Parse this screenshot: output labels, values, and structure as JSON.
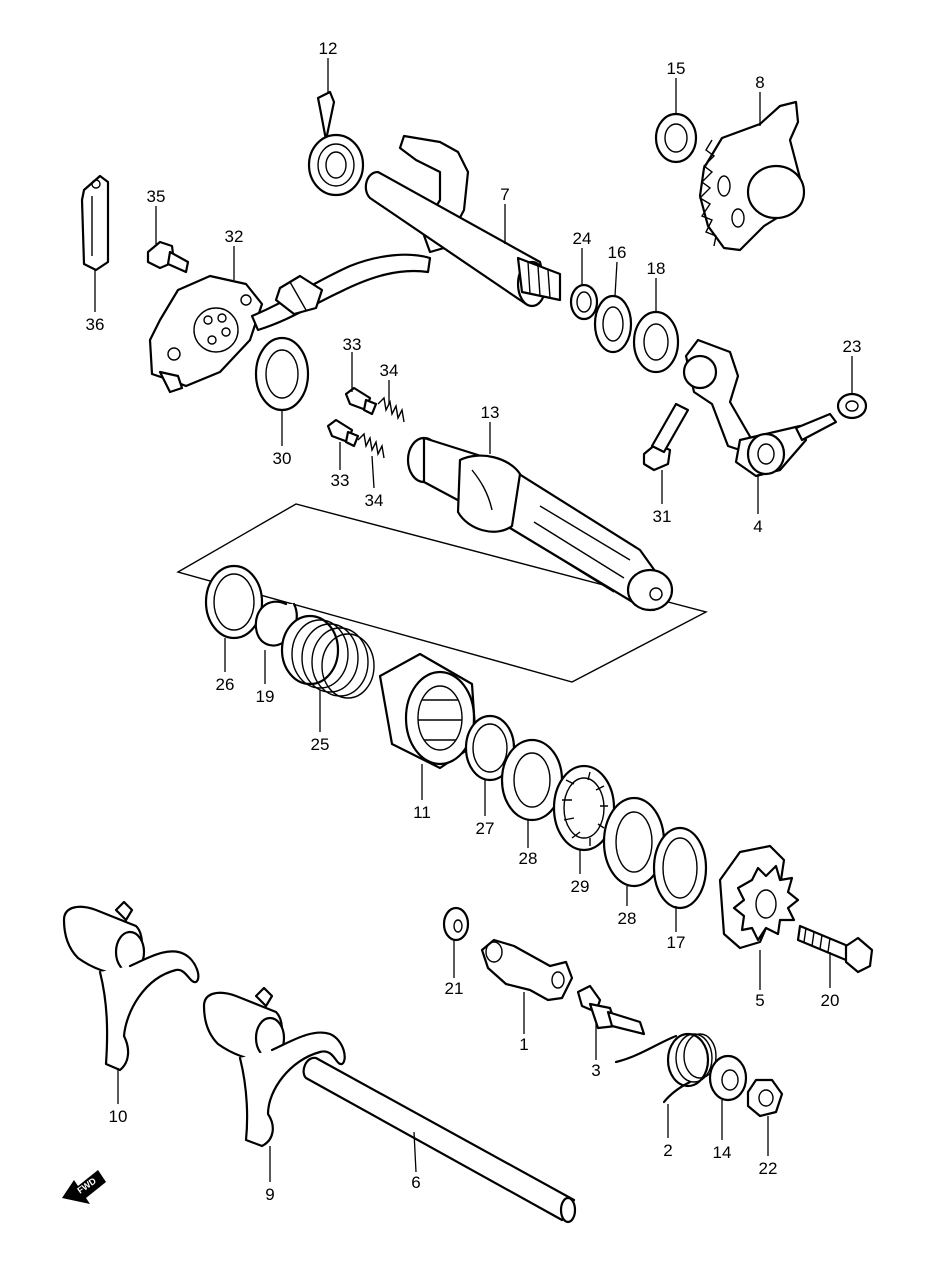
{
  "diagram": {
    "callouts": [
      "1",
      "2",
      "3",
      "4",
      "5",
      "6",
      "7",
      "8",
      "9",
      "10",
      "11",
      "12",
      "13",
      "14",
      "15",
      "16",
      "17",
      "18",
      "19",
      "20",
      "21",
      "22",
      "23",
      "24",
      "25",
      "26",
      "27",
      "28",
      "28",
      "29",
      "30",
      "31",
      "32",
      "33",
      "33",
      "34",
      "34",
      "35",
      "36"
    ],
    "fwd_label": "FWD"
  }
}
